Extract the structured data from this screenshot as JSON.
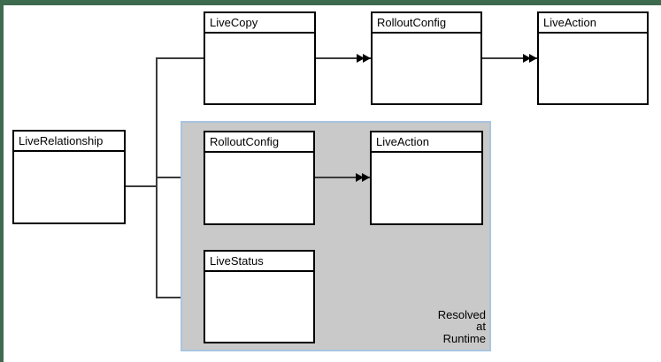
{
  "frame": {
    "border_color": "#3e6b4e"
  },
  "diagram": {
    "nodes": {
      "live_copy": {
        "title": "LiveCopy"
      },
      "rollout_config_top": {
        "title": "RolloutConfig"
      },
      "live_action_top": {
        "title": "LiveAction"
      },
      "live_relationship": {
        "title": "LiveRelationship"
      },
      "rollout_config_runtime": {
        "title": "RolloutConfig"
      },
      "live_action_runtime": {
        "title": "LiveAction"
      },
      "live_status": {
        "title": "LiveStatus"
      }
    },
    "runtime_group": {
      "fill_color": "#c9c9c9",
      "border_color": "#a9c4e0",
      "note": [
        "Resolved",
        "at",
        "Runtime"
      ]
    },
    "edges": [
      {
        "from": "live_relationship",
        "to": "live_copy",
        "arrow": "none"
      },
      {
        "from": "live_copy",
        "to": "rollout_config_top",
        "arrow": "double"
      },
      {
        "from": "rollout_config_top",
        "to": "live_action_top",
        "arrow": "double"
      },
      {
        "from": "live_relationship",
        "to": "rollout_config_runtime",
        "arrow": "double"
      },
      {
        "from": "rollout_config_runtime",
        "to": "live_action_runtime",
        "arrow": "double"
      },
      {
        "from": "live_relationship",
        "to": "live_status",
        "arrow": "none"
      }
    ]
  }
}
